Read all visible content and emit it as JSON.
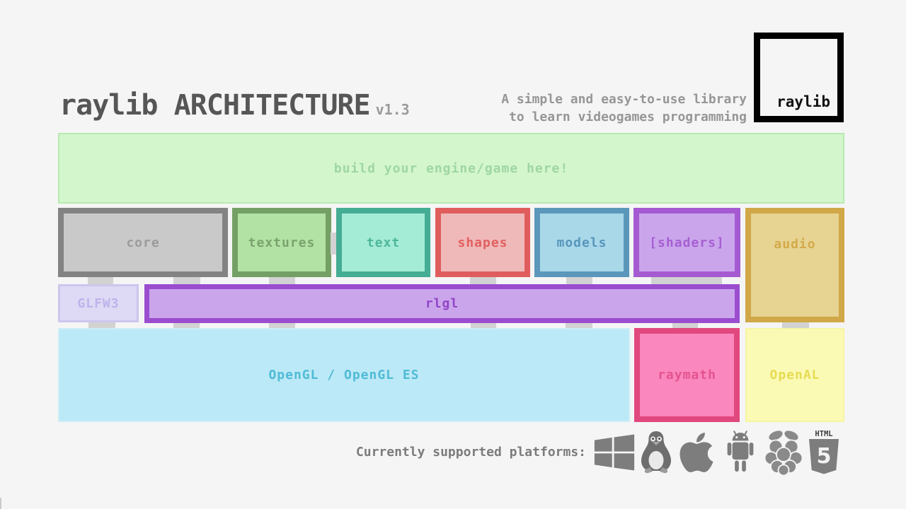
{
  "header": {
    "title": "raylib ARCHITECTURE",
    "version": "v1.3",
    "tagline_line1": "A simple and easy-to-use library",
    "tagline_line2": "to learn videogames programming",
    "logo_text": "raylib"
  },
  "boxes": {
    "engine": {
      "label": "build your engine/game here!",
      "fill": "#d3f6cd",
      "border": "#b7e9b0",
      "text": "#9fd6a1"
    },
    "core": {
      "label": "core",
      "fill": "#c9c9c9",
      "border": "#838383",
      "text": "#9b9b9b"
    },
    "textures": {
      "label": "textures",
      "fill": "#b2e2a4",
      "border": "#75a065",
      "text": "#7ba36e"
    },
    "text": {
      "label": "text",
      "fill": "#a4ecd6",
      "border": "#44ad93",
      "text": "#4db79a"
    },
    "shapes": {
      "label": "shapes",
      "fill": "#f0b9b9",
      "border": "#e05d5d",
      "text": "#e25f5f"
    },
    "models": {
      "label": "models",
      "fill": "#a9d8e9",
      "border": "#5b97ba",
      "text": "#5896bb"
    },
    "shaders": {
      "label": "[shaders]",
      "fill": "#cba5ec",
      "border": "#a55ad1",
      "text": "#a55fd2"
    },
    "audio": {
      "label": "audio",
      "fill": "#e7d392",
      "border": "#d0a848",
      "text": "#d2aa49"
    },
    "glfw3": {
      "label": "GLFW3",
      "fill": "#ded9f4",
      "border": "#cdc6ee",
      "text": "#beb3ec"
    },
    "rlgl": {
      "label": "rlgl",
      "fill": "#cba5ec",
      "border": "#9a4dce",
      "text": "#9146c6"
    },
    "opengl": {
      "label": "OpenGL / OpenGL ES",
      "fill": "#bce9f7",
      "border": "#cceef8",
      "text": "#4fbbd6"
    },
    "raymath": {
      "label": "raymath",
      "fill": "#fa87bd",
      "border": "#e0487e",
      "text": "#e4538f"
    },
    "openal": {
      "label": "OpenAL",
      "fill": "#fbfab5",
      "border": "#f7f5a2",
      "text": "#e7dc51"
    }
  },
  "footer": {
    "platforms_label": "Currently supported platforms:",
    "platform_icons": [
      "windows-icon",
      "linux-tux-icon",
      "apple-icon",
      "android-icon",
      "raspberry-pi-icon",
      "html5-icon"
    ],
    "icon_color": "#7d7d7d"
  }
}
